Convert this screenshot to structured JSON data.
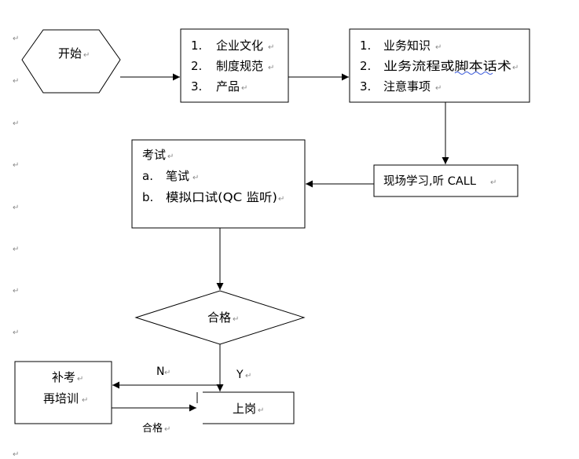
{
  "start": {
    "label": "开始"
  },
  "box_a": {
    "items": [
      {
        "num": "1.",
        "text": "企业文化"
      },
      {
        "num": "2.",
        "text": "制度规范"
      },
      {
        "num": "3.",
        "text": "产品"
      }
    ]
  },
  "box_b": {
    "items": [
      {
        "num": "1.",
        "text": "业务知识"
      },
      {
        "num": "2.",
        "text": "业务流程或脚本话术"
      },
      {
        "num": "3.",
        "text": "注意事项"
      }
    ]
  },
  "practice": {
    "label": "现场学习,听 CALL"
  },
  "exam": {
    "title": "考试",
    "items": [
      {
        "num": "a.",
        "text": "笔试"
      },
      {
        "num": "b.",
        "text": "模拟口试(QC 监听)"
      }
    ]
  },
  "decision": {
    "label": "合格"
  },
  "edge_no": {
    "label": "N"
  },
  "edge_yes": {
    "label": "Y"
  },
  "retake": {
    "line1": "补考",
    "line2": "再培训"
  },
  "onboard": {
    "label": "上岗"
  },
  "edge_retake_pass": {
    "label": "合格"
  },
  "para_mark": "↵"
}
